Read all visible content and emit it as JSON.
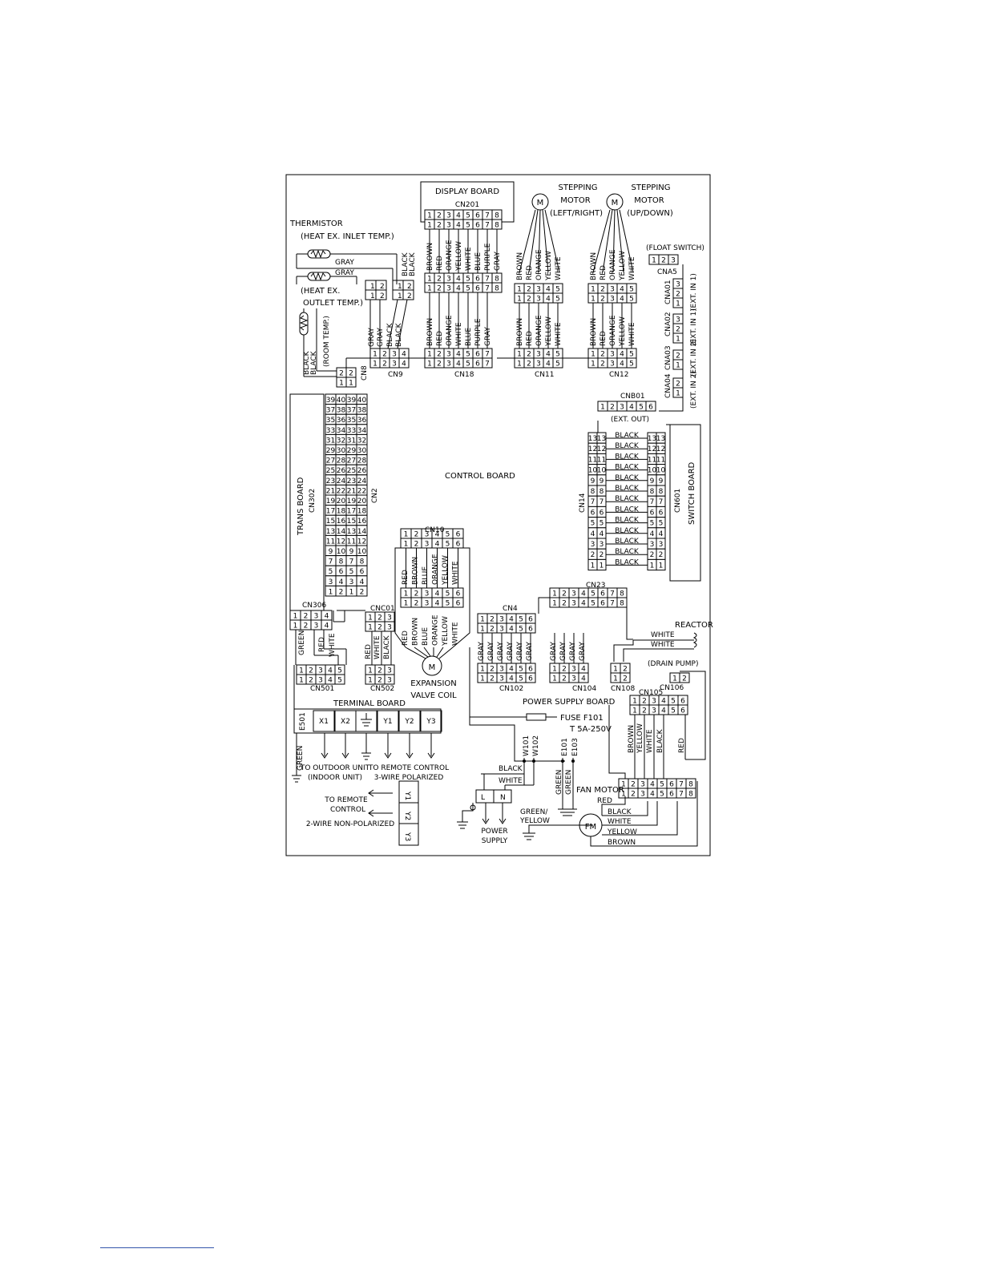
{
  "labels": {
    "display_board": "DISPLAY BOARD",
    "cn201": "CN201",
    "stepping_motor_1": [
      "STEPPING",
      "MOTOR",
      "(LEFT/RIGHT)"
    ],
    "stepping_motor_2": [
      "STEPPING",
      "MOTOR",
      "(UP/DOWN)"
    ],
    "thermistor": "THERMISTOR",
    "heat_inlet": "(HEAT EX. INLET TEMP.)",
    "heat_outlet_1": "(HEAT EX.",
    "heat_outlet_2": "OUTLET TEMP.)",
    "room_temp": "(ROOM TEMP.)",
    "float_switch": "(FLOAT SWITCH)",
    "cna5": "CNA5",
    "cna01": "CNA01",
    "cna02": "CNA02",
    "cna03": "CNA03",
    "cna04": "CNA04",
    "ext_in_1a": "(EXT. IN 1)",
    "ext_in_1b": "(EXT. IN 1)",
    "ext_in_2a": "(EXT. IN 2)",
    "ext_in_2b": "(EXT. IN 2)",
    "cn8": "CN8",
    "cn9": "CN9",
    "cn18": "CN18",
    "cn11": "CN11",
    "cn12": "CN12",
    "cnb01": "CNB01",
    "ext_out": "(EXT. OUT)",
    "control_board": "CONTROL BOARD",
    "trans_board": "TRANS BOARD",
    "cn302": "CN302",
    "cn2": "CN2",
    "cn14": "CN14",
    "cn601": "CN601",
    "switch_board": "SWITCH BOARD",
    "cn10": "CN10",
    "cn306": "CN306",
    "cnc01": "CNC01",
    "cn4": "CN4",
    "cn23": "CN23",
    "reactor": "REACTOR",
    "drain_pump": "(DRAIN PUMP)",
    "cn501": "CN501",
    "cn502": "CN502",
    "cn102": "CN102",
    "cn104": "CN104",
    "cn108": "CN108",
    "cn105": "CN105",
    "cn106": "CN106",
    "expansion_1": "EXPANSION",
    "expansion_2": "VALVE COIL",
    "terminal_board": "TERMINAL BOARD",
    "e501": "E501",
    "power_supply_board": "POWER SUPPLY BOARD",
    "fuse": "FUSE F101",
    "fuse_rating": "T 5A-250V",
    "w101": "W101",
    "w102": "W102",
    "e101": "E101",
    "e103": "E103",
    "to_outdoor_1": "TO OUTDOOR UNIT",
    "to_outdoor_2": "(INDOOR UNIT)",
    "to_remote_1": "TO REMOTE CONTROL",
    "to_remote_2": "3-WIRE POLARIZED",
    "to_remote_3": "TO REMOTE",
    "to_remote_4": "CONTROL",
    "two_wire": "2-WIRE NON-POLARIZED",
    "power_supply_1": "POWER",
    "power_supply_2": "SUPPLY",
    "fan_motor": "FAN MOTOR",
    "fm": "FM",
    "m": "M",
    "l": "L",
    "n": "N",
    "green": "GREEN",
    "green_yellow_1": "GREEN/",
    "green_yellow_2": "YELLOW",
    "black": "BLACK",
    "white": "WHITE",
    "red": "RED",
    "yellow": "YELLOW",
    "brown": "BROWN",
    "gray": "GRAY",
    "terminals": [
      "X1",
      "X2",
      "",
      "Y1",
      "Y2",
      "Y3"
    ],
    "remote_terminals": [
      "Y1",
      "Y2",
      "Y3"
    ]
  },
  "wires": {
    "cn201_colors": [
      "BROWN",
      "RED",
      "ORANGE",
      "YELLOW",
      "WHITE",
      "BLUE",
      "PURPLE",
      "GRAY"
    ],
    "cn18_colors": [
      "BROWN",
      "RED",
      "ORANGE",
      "WHITE",
      "BLUE",
      "PURPLE",
      "GRAY"
    ],
    "motor_colors": [
      "BROWN",
      "RED",
      "ORANGE",
      "YELLOW",
      "WHITE"
    ],
    "cn10_upper": [
      "RED",
      "BROWN",
      "BLUE",
      "ORANGE",
      "YELLOW",
      "WHITE"
    ],
    "cn10_lower": [
      "RED",
      "BROWN",
      "BLUE",
      "ORANGE",
      "YELLOW",
      "WHITE"
    ],
    "cn4_colors": [
      "GRAY",
      "GRAY",
      "GRAY",
      "GRAY",
      "GRAY",
      "GRAY"
    ],
    "cn23_colors": [
      "GRAY",
      "GRAY",
      "GRAY",
      "GRAY"
    ],
    "cn105_colors": [
      "BROWN",
      "YELLOW",
      "WHITE",
      "BLACK"
    ],
    "fan_colors": [
      "BLACK",
      "WHITE",
      "YELLOW",
      "BROWN"
    ]
  }
}
